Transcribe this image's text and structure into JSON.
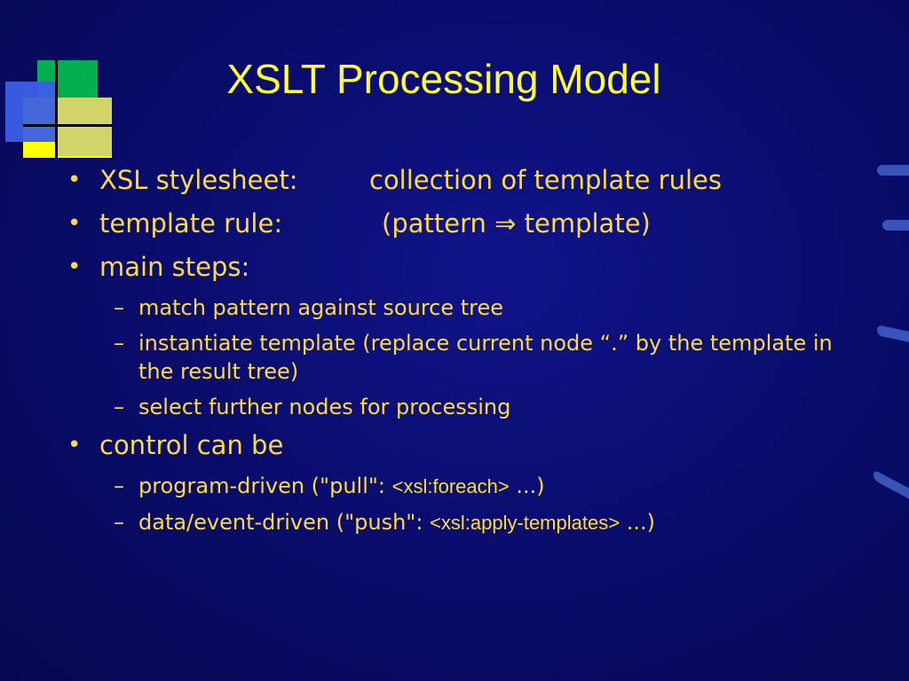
{
  "slide": {
    "title": "XSLT Processing Model",
    "bullets": [
      {
        "term": "XSL stylesheet:",
        "desc": "collection of template rules"
      },
      {
        "term": "template rule:",
        "desc_before": "(pattern ",
        "arrow": "⇒",
        "desc_after": " template)"
      },
      {
        "term": "main steps:"
      },
      {
        "term": "control can be"
      }
    ],
    "main_steps": [
      {
        "strong": "match pattern",
        "rest": " against source tree"
      },
      {
        "strong": "instantiate template",
        "rest": " (replace current node “.” by the template in the result tree)"
      },
      {
        "strong": "select further nodes",
        "rest": " for processing"
      }
    ],
    "control_items": [
      {
        "before": "program-driven (\"pull\": ",
        "tag": "<xsl:foreach>",
        "after": " ...)"
      },
      {
        "before": "data/event-driven (\"push\": ",
        "tag": "<xsl:apply-templates>",
        "after": " ...)"
      }
    ],
    "colors": {
      "background": "#0a0d6e",
      "title": "#ffff33",
      "text": "#ffdc3c"
    }
  }
}
